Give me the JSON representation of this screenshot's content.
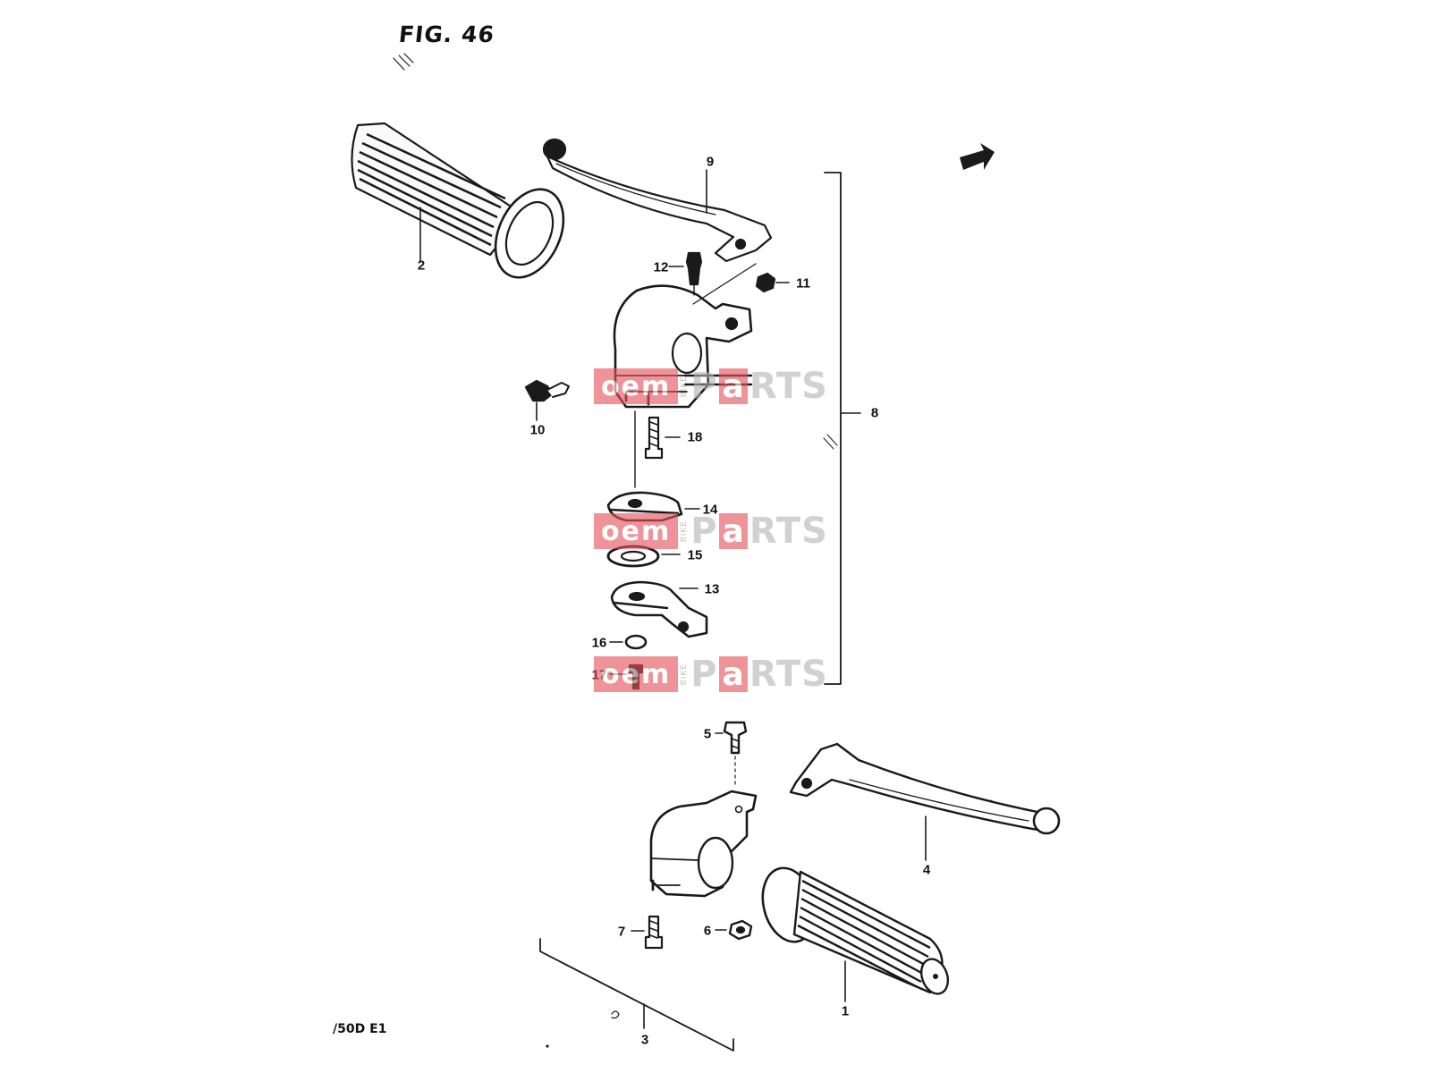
{
  "figure": {
    "title": "FIG. 46",
    "model_code": "/50D E1"
  },
  "callouts": [
    {
      "id": "1",
      "label": "1",
      "part": "grip-right"
    },
    {
      "id": "2",
      "label": "2",
      "part": "grip-left"
    },
    {
      "id": "3",
      "label": "3",
      "part": "right-lever-holder-assembly"
    },
    {
      "id": "4",
      "label": "4",
      "part": "front-brake-lever"
    },
    {
      "id": "5",
      "label": "5",
      "part": "lever-pivot-bolt-right"
    },
    {
      "id": "6",
      "label": "6",
      "part": "nut-right"
    },
    {
      "id": "7",
      "label": "7",
      "part": "holder-screw-right"
    },
    {
      "id": "8",
      "label": "8",
      "part": "left-lever-holder-assembly"
    },
    {
      "id": "9",
      "label": "9",
      "part": "clutch-lever"
    },
    {
      "id": "10",
      "label": "10",
      "part": "cable-adjuster"
    },
    {
      "id": "11",
      "label": "11",
      "part": "nut-left"
    },
    {
      "id": "12",
      "label": "12",
      "part": "lever-pivot-bolt-left"
    },
    {
      "id": "13",
      "label": "13",
      "part": "lower-plate"
    },
    {
      "id": "14",
      "label": "14",
      "part": "upper-plate"
    },
    {
      "id": "15",
      "label": "15",
      "part": "washer"
    },
    {
      "id": "16",
      "label": "16",
      "part": "small-washer"
    },
    {
      "id": "17",
      "label": "17",
      "part": "bottom-screw"
    },
    {
      "id": "18",
      "label": "18",
      "part": "holder-screw-left"
    }
  ],
  "watermarks": [
    {
      "id": "wm1",
      "box_text": "oem",
      "side_text": "BIKE",
      "tail_p": "P",
      "tail_a": "a",
      "tail_rts": "RTS"
    },
    {
      "id": "wm2",
      "box_text": "oem",
      "side_text": "BIKE",
      "tail_p": "P",
      "tail_a": "a",
      "tail_rts": "RTS"
    },
    {
      "id": "wm3",
      "box_text": "oem",
      "side_text": "BIKE",
      "tail_p": "P",
      "tail_a": "a",
      "tail_rts": "RTS"
    }
  ],
  "icons": {
    "direction_arrow": "arrow-forward-icon"
  },
  "colors": {
    "ink": "#1a1a1a",
    "watermark_red": "#e5545c",
    "watermark_grey": "#b5b5b5"
  }
}
